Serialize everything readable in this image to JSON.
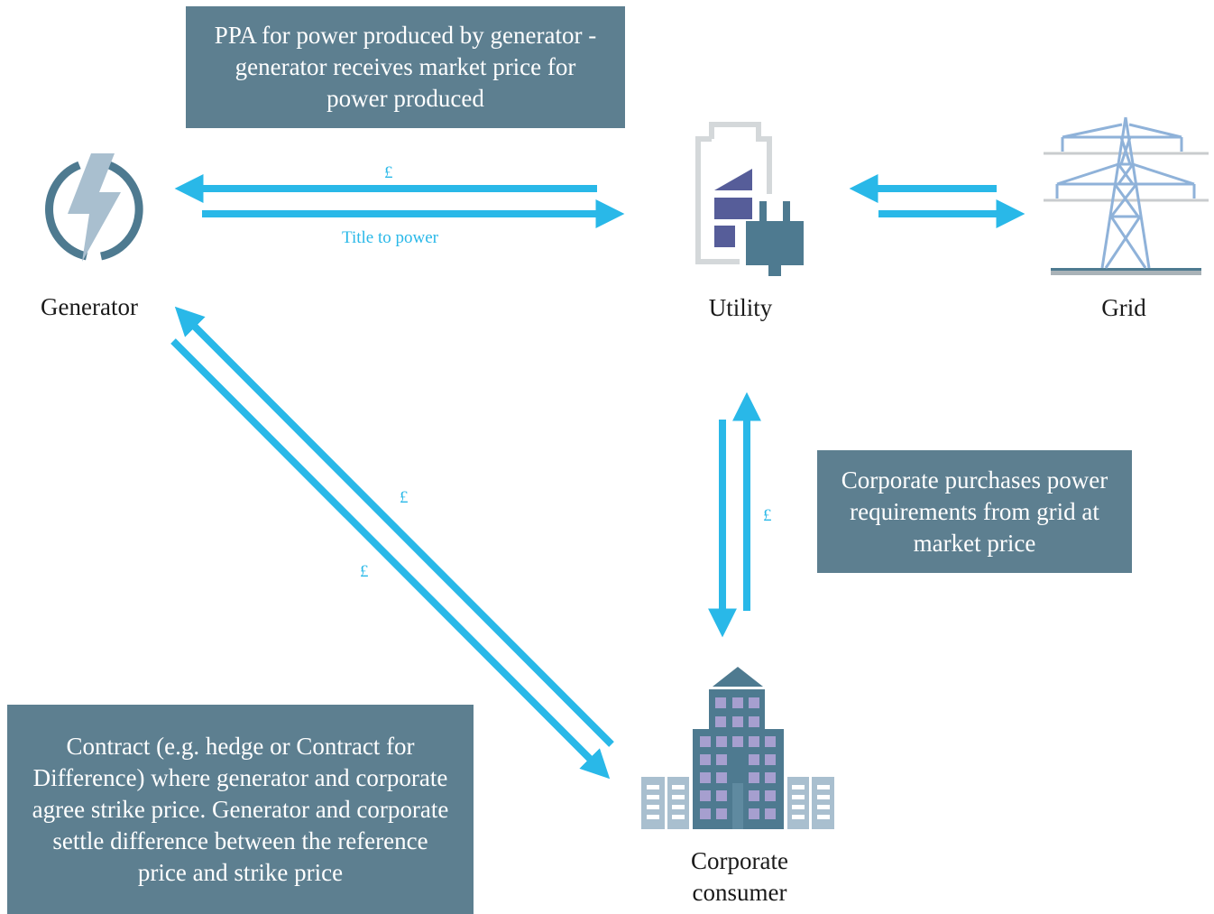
{
  "colors": {
    "arrow": "#29b8e8",
    "box_bg": "#5d7f90",
    "box_text": "#ffffff",
    "icon_dark": "#4e7a90",
    "icon_light": "#a9bfcf",
    "battery_fill": "#565d99",
    "battery_outline": "#d4d8da",
    "pylon": "#8fb2d9",
    "building_window": "#a69fcf"
  },
  "notes": {
    "ppa": "PPA for power produced by generator - generator receives market price for power produced",
    "corporate_purchase": "Corporate purchases power requirements from grid at market price",
    "contract": "Contract (e.g. hedge or Contract for Difference) where generator and corporate agree strike price. Generator and corporate settle difference between the reference price and strike price"
  },
  "nodes": {
    "generator": {
      "label": "Generator",
      "icon": "lightning-power-icon"
    },
    "utility": {
      "label": "Utility",
      "icon": "battery-plug-icon"
    },
    "grid": {
      "label": "Grid",
      "icon": "pylon-icon"
    },
    "corporate": {
      "label_line1": "Corporate",
      "label_line2": "consumer",
      "icon": "building-icon"
    }
  },
  "flows": {
    "utility_to_generator": "£",
    "generator_to_utility": "Title to power",
    "corporate_to_utility": "£",
    "corporate_to_generator": "£",
    "generator_to_corporate": "£"
  }
}
